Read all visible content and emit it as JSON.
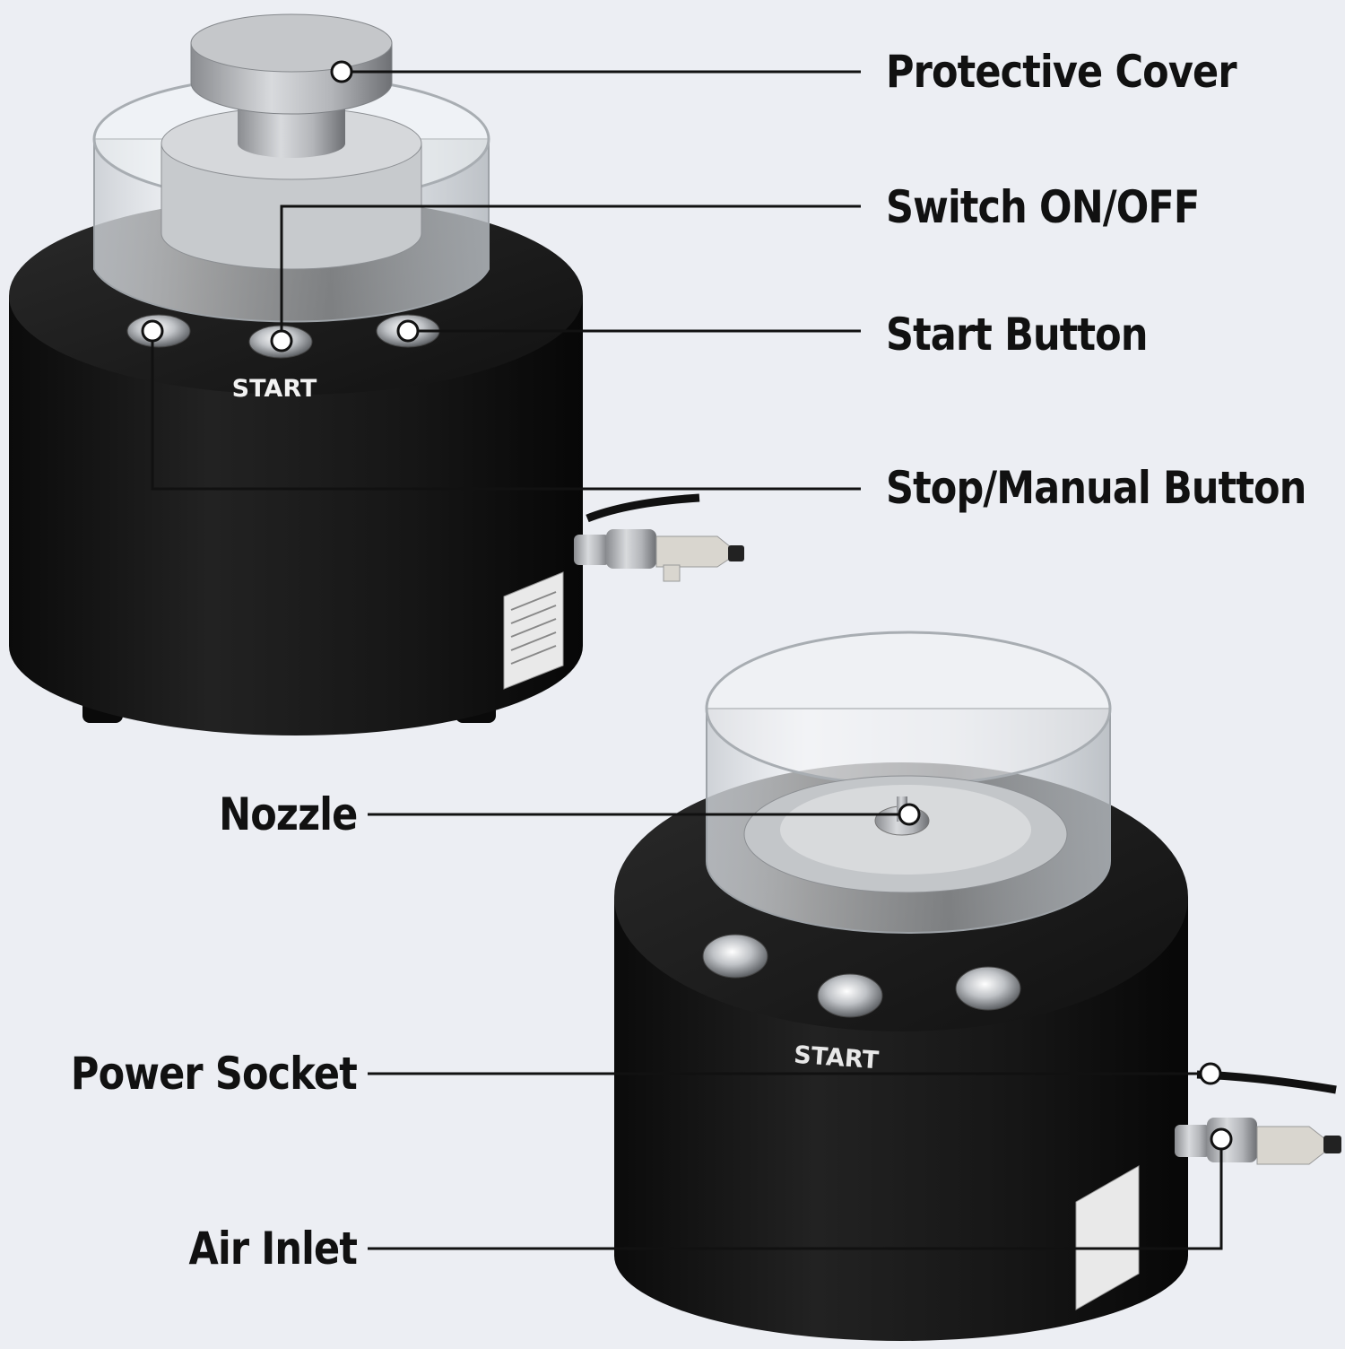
{
  "colors": {
    "background": "#eceef3",
    "device_body": "#141414",
    "leader_line": "#111111",
    "label_text": "#111111"
  },
  "callouts": {
    "protective_cover": "Protective Cover",
    "switch_on_off": "Switch ON/OFF",
    "start_button": "Start Button",
    "stop_manual_button": "Stop/Manual Button",
    "nozzle": "Nozzle",
    "power_socket": "Power Socket",
    "air_inlet": "Air Inlet"
  },
  "device_top": {
    "panel_labels": {
      "start": "START"
    }
  },
  "device_bottom": {
    "panel_labels": {
      "start": "START"
    }
  }
}
